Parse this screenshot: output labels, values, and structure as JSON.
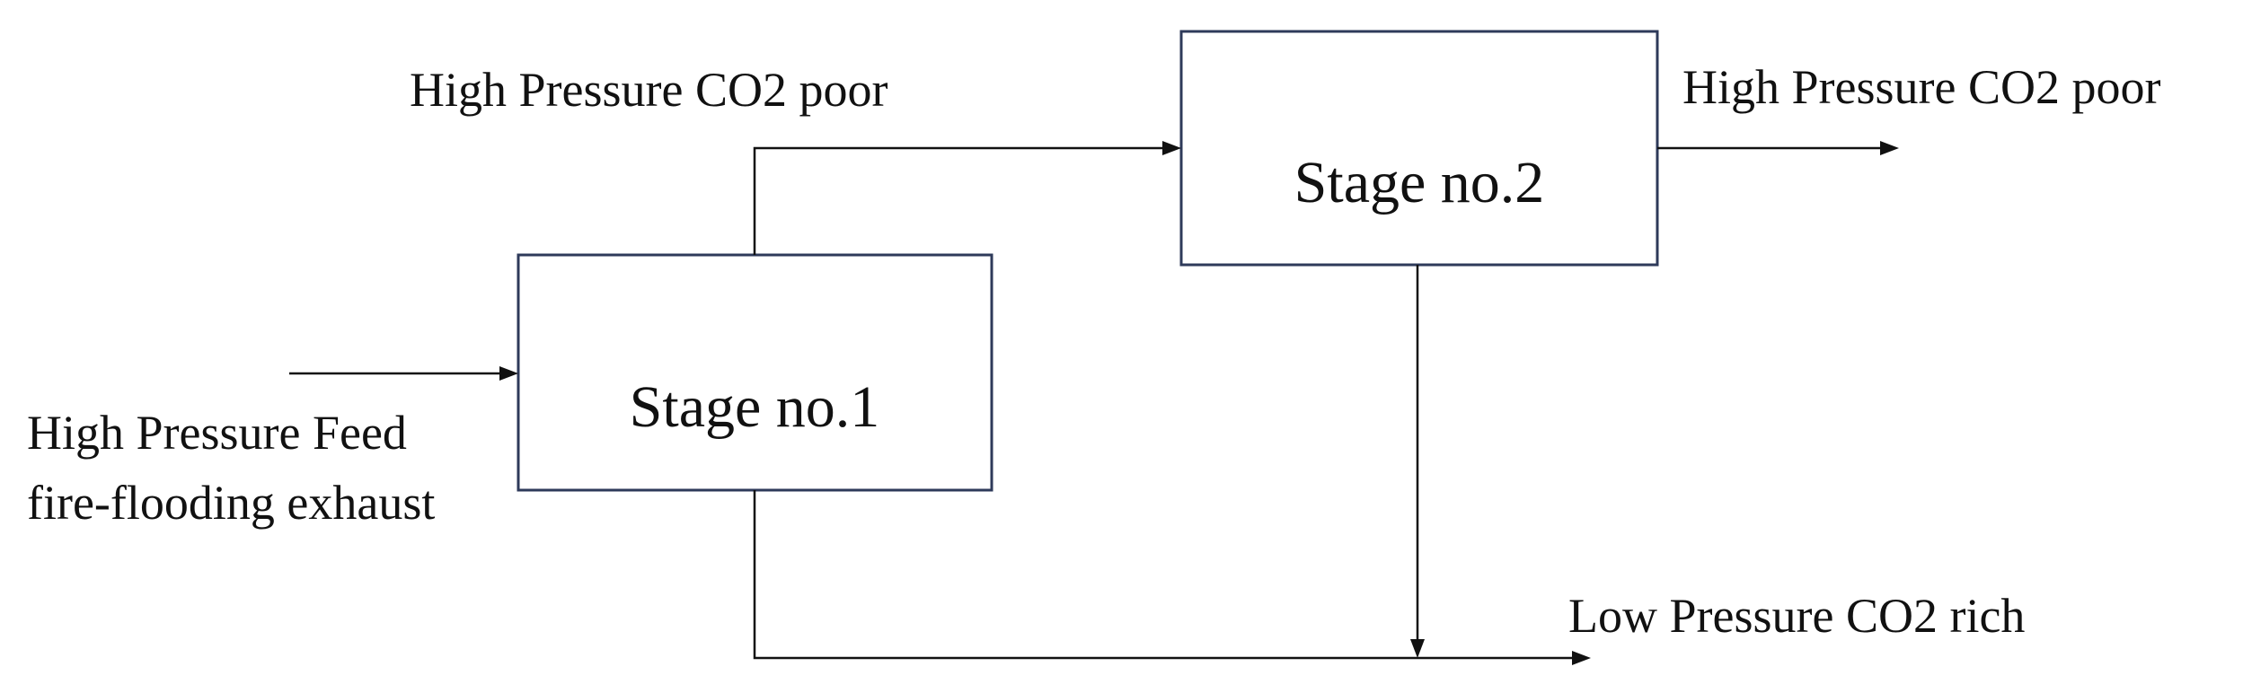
{
  "stages": {
    "stage1": "Stage no.1",
    "stage2": "Stage no.2"
  },
  "streams": {
    "feed_line1": "High Pressure Feed",
    "feed_line2": "fire-flooding exhaust",
    "intermediate": "High Pressure CO2 poor",
    "product": "High Pressure CO2 poor",
    "permeate": "Low Pressure CO2 rich"
  },
  "colors": {
    "box_border": "#2e3a5a",
    "line": "#111111"
  }
}
